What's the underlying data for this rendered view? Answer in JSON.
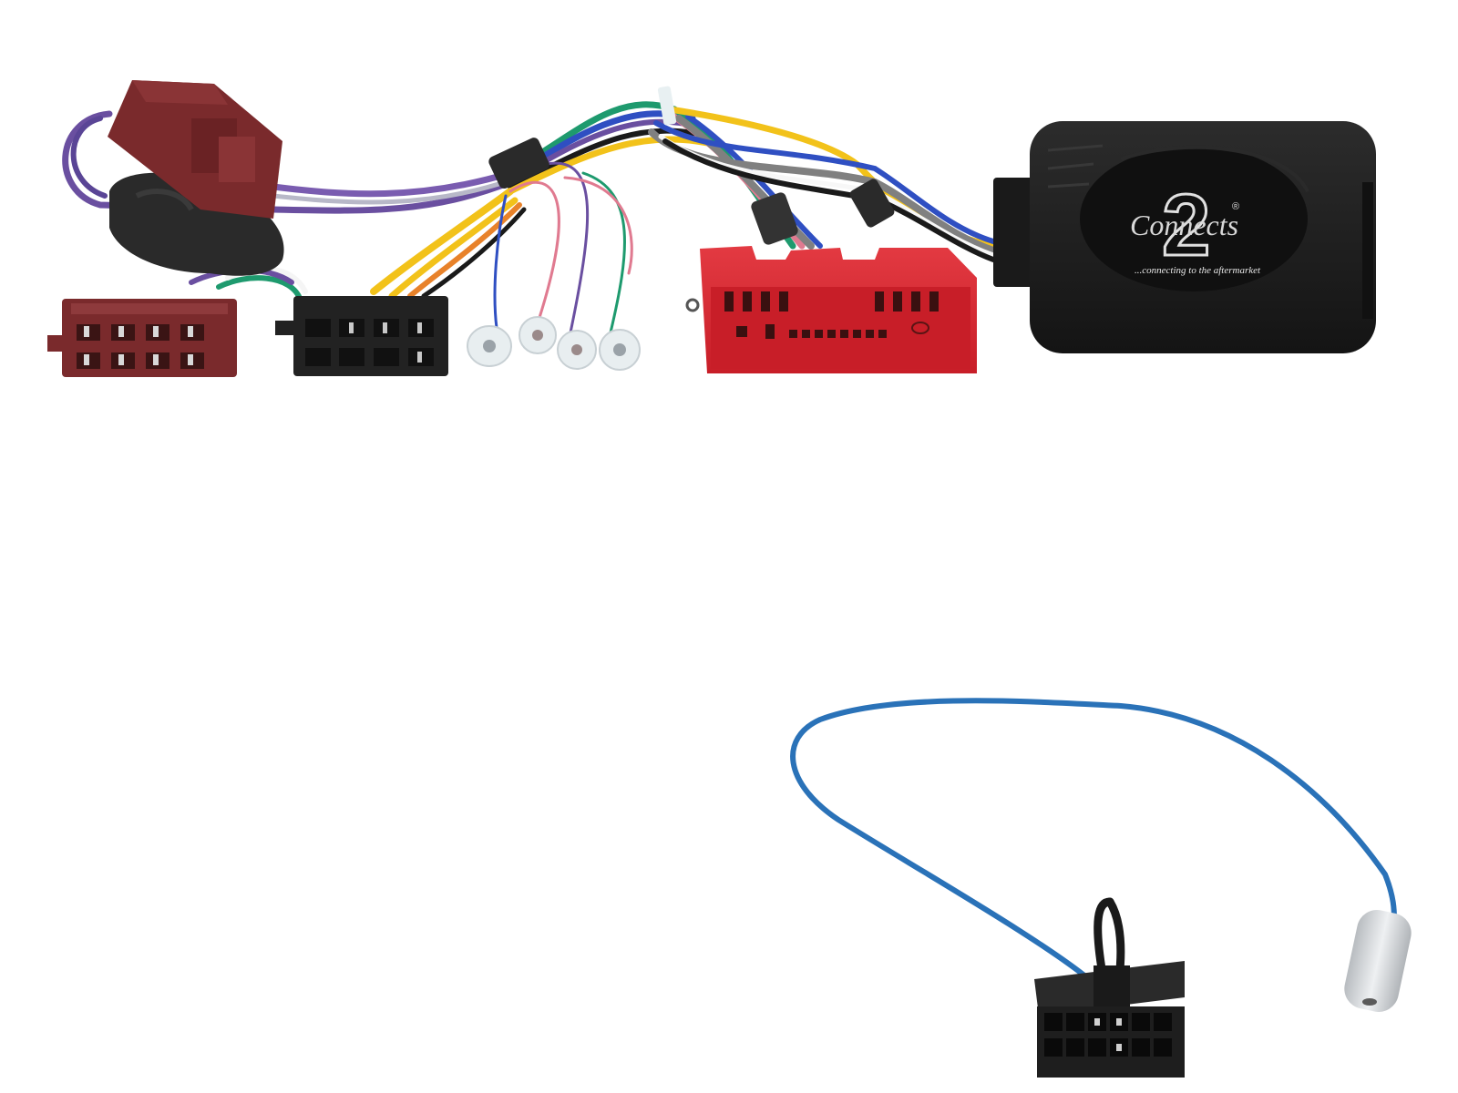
{
  "product": {
    "description": "Steering wheel control interface harness with ISO connectors, red multi-pin vehicle connector, interface module and patch lead",
    "module": {
      "brand_script": "Connects",
      "brand_numeral": "2",
      "registered_mark": "®",
      "tagline": "...connecting to the aftermarket"
    },
    "components": [
      {
        "name": "iso-power-connector-maroon",
        "color": "#7a2a2c"
      },
      {
        "name": "iso-speaker-connector-black",
        "color": "#222222"
      },
      {
        "name": "rca-phono-sockets",
        "count": 4,
        "color": "#e8eef0"
      },
      {
        "name": "vehicle-connector-red",
        "color": "#d8222c"
      },
      {
        "name": "interface-module-black",
        "color": "#1c1c1c"
      },
      {
        "name": "patch-lead-blue",
        "color": "#2a72b8"
      },
      {
        "name": "patch-lead-12-pin-connector",
        "color": "#1e1e1e"
      },
      {
        "name": "patch-lead-jack-plug",
        "color": "#cfd3d6"
      }
    ],
    "wire_colors": [
      "#6a4fa0",
      "#f2c21a",
      "#1e9a6e",
      "#2f4fc2",
      "#e07a90",
      "#808080",
      "#f7f7f7",
      "#1a1a1a",
      "#e8822a"
    ]
  }
}
